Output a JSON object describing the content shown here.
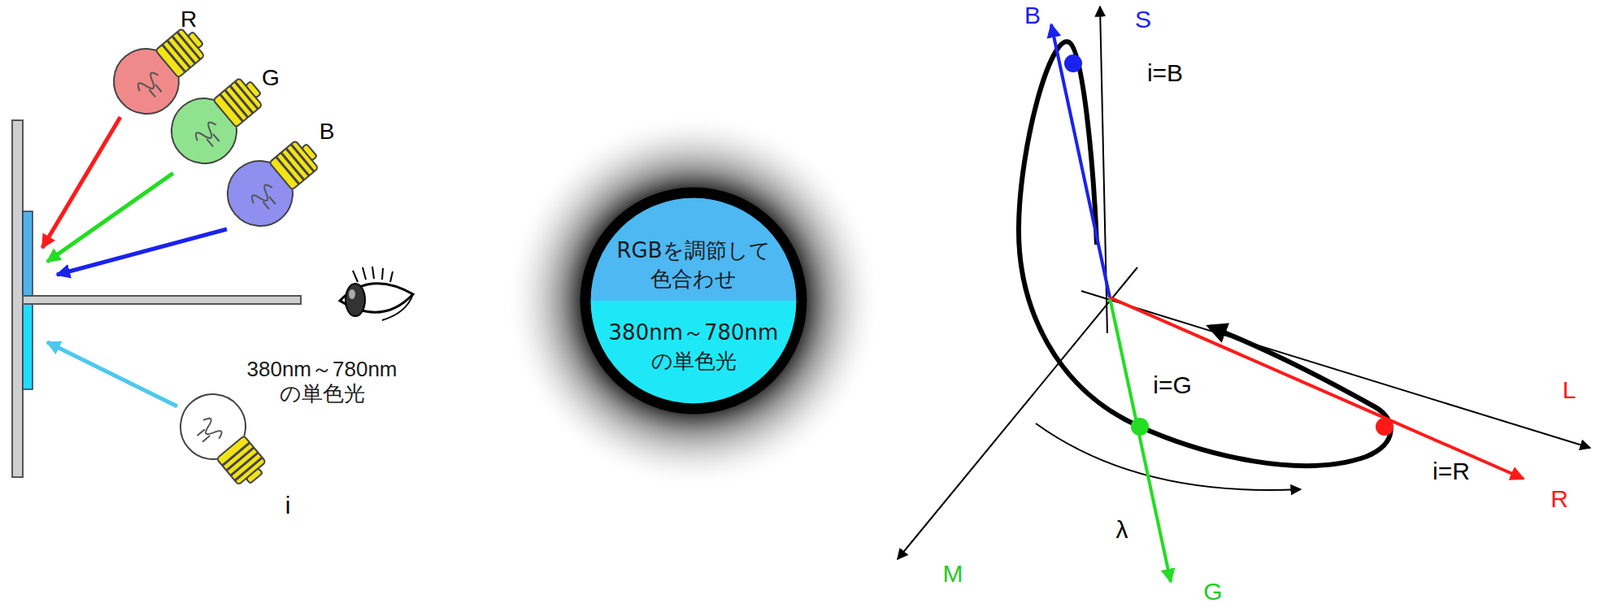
{
  "diagram": {
    "nodes": [
      {
        "text": [
          "RGBを調節して 色合わせ",
          "380nm～780nm の単色光"
        ]
      }
    ],
    "labels": [
      "R",
      "G",
      "B",
      "380nm～780nm の単色光",
      "i",
      "B",
      "S",
      "i=B",
      "i=G",
      "L",
      "i=R",
      "R",
      "λ",
      "M",
      "G"
    ]
  }
}
